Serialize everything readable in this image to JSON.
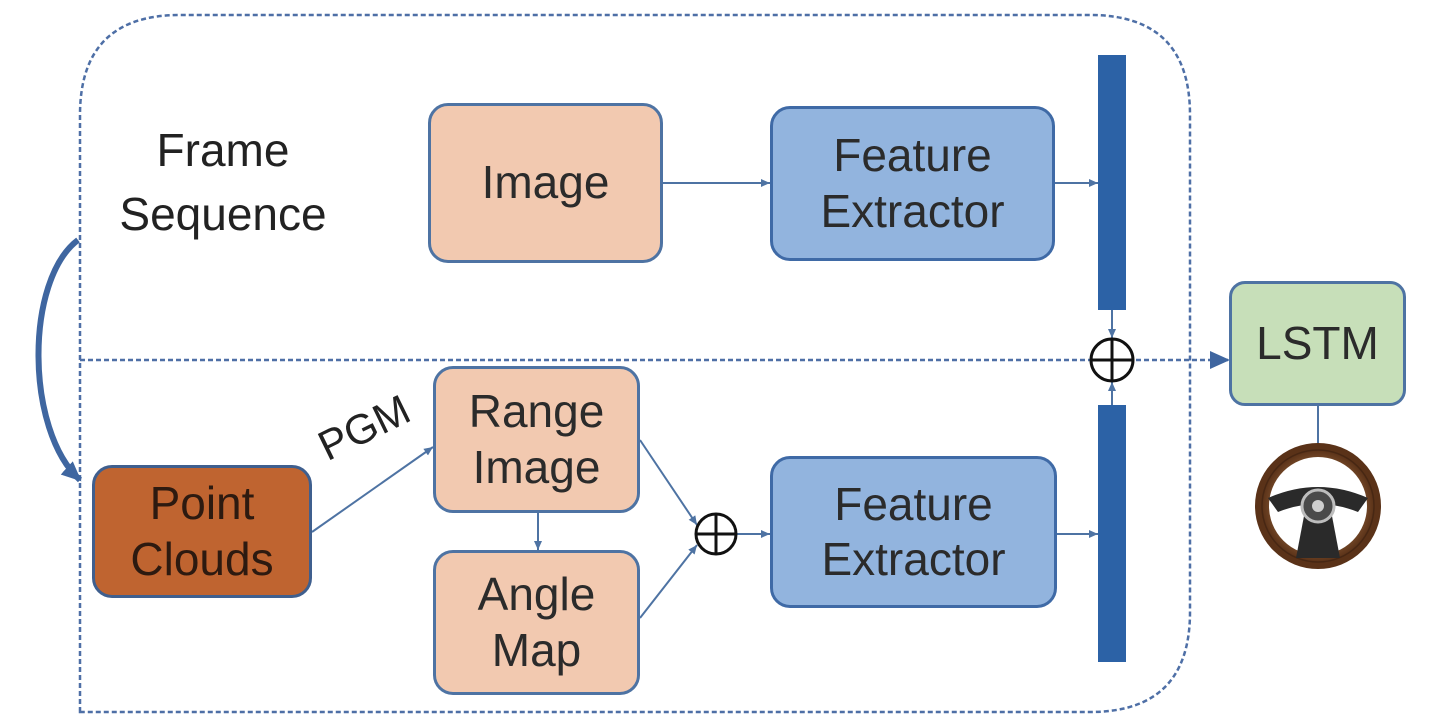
{
  "diagram": {
    "frame_sequence_label": "Frame\nSequence",
    "image_label": "Image",
    "feature_extractor_top_label": "Feature\nExtractor",
    "range_image_label": "Range\nImage",
    "angle_map_label": "Angle\nMap",
    "point_clouds_label": "Point\nClouds",
    "pgm_label": "PGM",
    "feature_extractor_bottom_label": "Feature\nExtractor",
    "lstm_label": "LSTM",
    "fusion_symbol": "⊕"
  },
  "colors": {
    "input_box": "#f2c9b0",
    "feature_extractor": "#92b4de",
    "point_clouds": "#bf6430",
    "lstm": "#c7dfb9",
    "fusion_bar": "#2c62a6",
    "lines": "#4e73a3"
  },
  "icons": {
    "output": "steering-wheel-icon"
  }
}
